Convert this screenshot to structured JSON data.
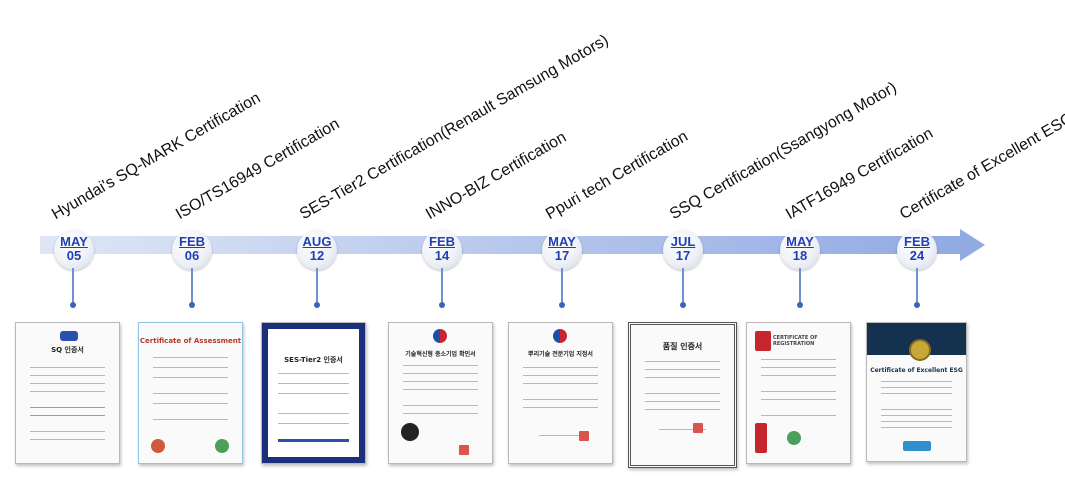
{
  "timeline": [
    {
      "month": "MAY",
      "day": "05",
      "title": "Hyundai's SQ-MARK Certification",
      "doc_heading": "SQ 인증서"
    },
    {
      "month": "FEB",
      "day": "06",
      "title": "ISO/TS16949  Certification",
      "doc_heading": "Certificate of Assessment"
    },
    {
      "month": "AUG",
      "day": "12",
      "title": "SES-Tier2 Certification(Renault Samsung Motors)",
      "doc_heading": "SES-Tier2 인증서"
    },
    {
      "month": "FEB",
      "day": "14",
      "title": "INNO-BIZ Certification",
      "doc_heading": "기술혁신형 중소기업 확인서"
    },
    {
      "month": "MAY",
      "day": "17",
      "title": "Ppuri tech Certification",
      "doc_heading": "뿌리기술 전문기업 지정서"
    },
    {
      "month": "JUL",
      "day": "17",
      "title": "SSQ Certification(Ssangyong Motor)",
      "doc_heading": "품질 인증서"
    },
    {
      "month": "MAY",
      "day": "18",
      "title": "IATF16949  Certification",
      "doc_heading": "CERTIFICATE OF REGISTRATION"
    },
    {
      "month": "FEB",
      "day": "24",
      "title": "Certificate of Excellent ESG",
      "doc_heading": "Certificate of Excellent ESG"
    }
  ],
  "colors": {
    "accent": "#1f3fb5",
    "arrow": "#b7c7ea",
    "stem": "#6f8fcf"
  }
}
